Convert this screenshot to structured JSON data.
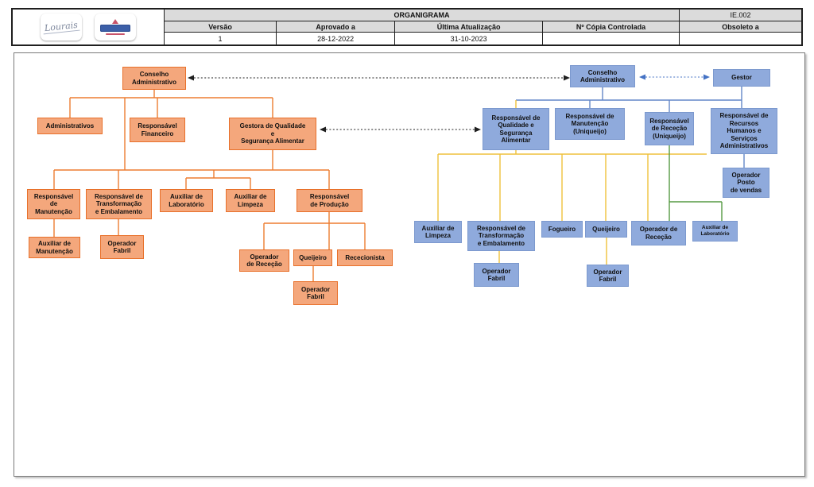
{
  "header": {
    "title": "ORGANIGRAMA",
    "doc_code": "IE.002",
    "logos": {
      "lourais": "Lourais"
    },
    "columns": [
      "Versão",
      "Aprovado a",
      "Última Atualização",
      "Nº Cópia Controlada",
      "Obsoleto a"
    ],
    "values": [
      "1",
      "28-12-2022",
      "31-10-2023",
      "",
      ""
    ]
  },
  "colors": {
    "orange_fill": "#F4A77C",
    "orange_border": "#E8702A",
    "orange_line": "#ED7D31",
    "blue_fill": "#8FAADC",
    "blue_border": "#7C99CE",
    "blue_line": "#6487C8",
    "yellow_line": "#EFC13B",
    "green_line": "#569A43",
    "header_gray": "#DBDBDB",
    "arrow_black": "#1F1F1F",
    "arrow_blue": "#4472C4"
  },
  "charts": {
    "left": {
      "nodes": {
        "conselho": "Conselho\nAdministrativo",
        "administrativos": "Administrativos",
        "resp_financeiro": "Responsável\nFinanceiro",
        "gestora_qualidade": "Gestora de Qualidade\ne\nSegurança Alimentar",
        "resp_manutencao": "Responsável\nde\nManutenção",
        "resp_transformacao": "Responsável de\nTransformação\ne Embalamento",
        "aux_laboratorio": "Auxiliar de\nLaboratório",
        "aux_limpeza": "Auxiliar de\nLimpeza",
        "resp_producao": "Responsável\nde Produção",
        "aux_manutencao": "Auxiliar de\nManutenção",
        "operador_fabril_1": "Operador\nFabril",
        "operador_rececao": "Operador\nde Receção",
        "queijeiro": "Queijeiro",
        "rececionista": "Rececionista",
        "operador_fabril_2": "Operador\nFabril"
      }
    },
    "right": {
      "nodes": {
        "conselho": "Conselho\nAdministrativo",
        "gestor": "Gestor",
        "resp_qualidade": "Responsável de\nQualidade e\nSegurança\nAlimentar",
        "resp_manutencao": "Responsável de\nManutenção\n(Uniqueijo)",
        "resp_rececao": "Responsável\nde Receção\n(Uniqueijo)",
        "resp_rh": "Responsável de\nRecursos\nHumanos e\nServiços\nAdministrativos",
        "operador_posto": "Operador\nPosto\nde vendas",
        "aux_limpeza": "Auxiliar de\nLimpeza",
        "resp_transformacao": "Responsável de\nTransformação\ne Embalamento",
        "fogueiro": "Fogueiro",
        "queijeiro": "Queijeiro",
        "operador_rececao": "Operador de\nReceção",
        "aux_laboratorio": "Auxiliar de\nLaboratório",
        "operador_fabril_1": "Operador\nFabril",
        "operador_fabril_2": "Operador\nFabril"
      }
    }
  }
}
